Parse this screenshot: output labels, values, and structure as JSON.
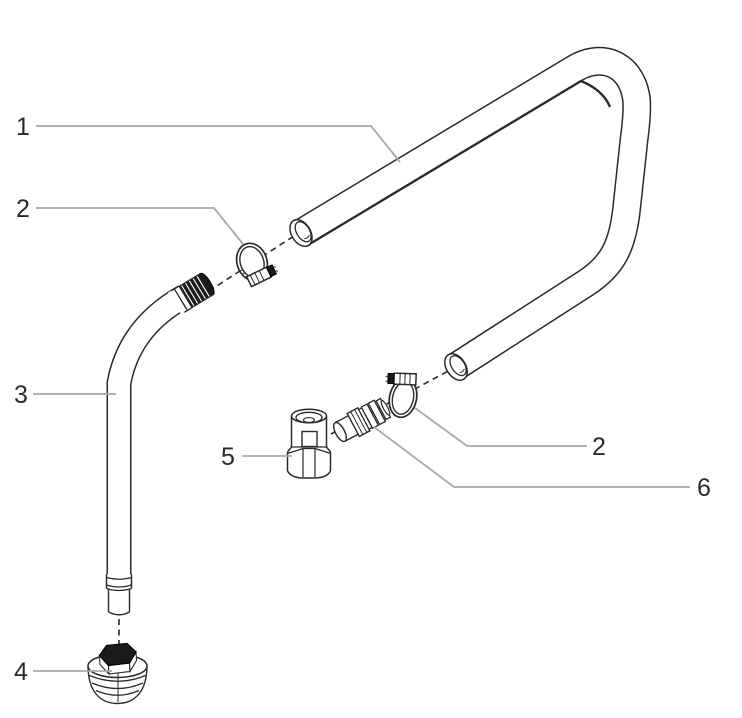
{
  "figure": {
    "type": "exploded-parts-diagram",
    "colors": {
      "background": "#ffffff",
      "line": "#2a2a2a",
      "leader": "#a8a8a8",
      "dark_fill": "#1b1b1b"
    },
    "callouts": {
      "c1": {
        "label": "1"
      },
      "c2_upper": {
        "label": "2"
      },
      "c3": {
        "label": "3"
      },
      "c4": {
        "label": "4"
      },
      "c5": {
        "label": "5"
      },
      "c2_lower": {
        "label": "2"
      },
      "c6": {
        "label": "6"
      }
    }
  }
}
